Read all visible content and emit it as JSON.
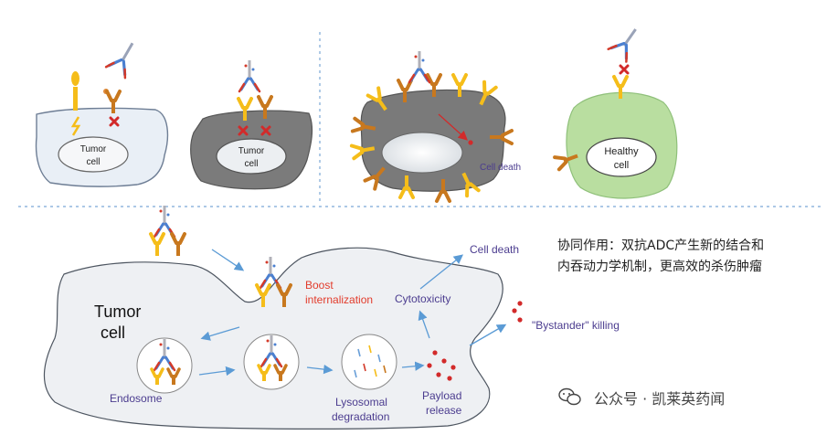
{
  "panel_top_left": {
    "cell1_label_line1": "Tumor",
    "cell1_label_line2": "cell",
    "cell2_label_line1": "Tumor",
    "cell2_label_line2": "cell"
  },
  "panel_top_right": {
    "cell_death_label": "Cell death",
    "healthy_label_line1": "Healthy",
    "healthy_label_line2": "cell"
  },
  "panel_bottom": {
    "tumor_label_line1": "Tumor",
    "tumor_label_line2": "cell",
    "boost_line1": "Boost",
    "boost_line2": "internalization",
    "cell_death_label": "Cell death",
    "cytotoxicity_label": "Cytotoxicity",
    "bystander_label": "\"Bystander\" killing",
    "endosome_label": "Endosome",
    "lysosomal_line1": "Lysosomal",
    "lysosomal_line2": "degradation",
    "payload_line1": "Payload",
    "payload_line2": "release"
  },
  "caption": {
    "line1": "协同作用：双抗ADC产生新的结合和",
    "line2": "内吞动力学机制，更高效的杀伤肿瘤"
  },
  "watermark": {
    "text": "公众号 · 凯莱英药闻"
  },
  "colors": {
    "tumor_fill_light": "#eef2f7",
    "tumor_fill_gray": "#7b7b7b",
    "healthy_fill": "#b9dea0",
    "receptor_yellow": "#f5bd1a",
    "receptor_orange": "#c8781e",
    "antibody_blue": "#4a7fd0",
    "antibody_red": "#d33a2a",
    "antibody_gray": "#a0a0a8",
    "arrow_blue": "#5b9bd5",
    "label_purple": "#4b3c8f",
    "label_red": "#e23b2b",
    "divider": "#7aa6d6"
  }
}
